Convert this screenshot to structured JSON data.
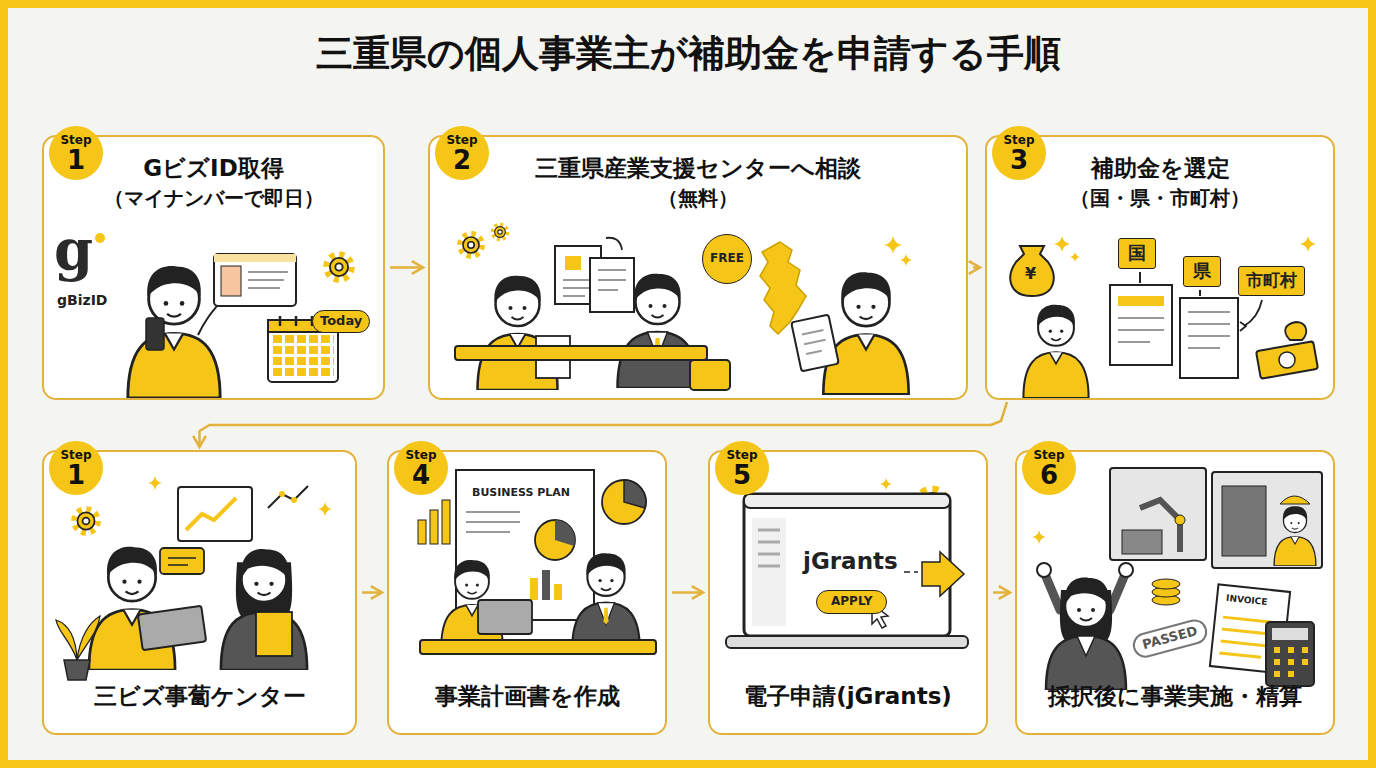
{
  "diagram": {
    "title": "三重県の個人事業主が補助金を申請する手順",
    "nodes": [
      {
        "text": [
          "GビズID取得",
          "（マイナンバーで即日）"
        ]
      },
      {
        "text": [
          "Step",
          "1"
        ],
        "in": 0
      },
      {
        "text": [
          "三重県産業支援センターへ相談",
          "（無料）"
        ]
      },
      {
        "text": [
          "Step",
          "2"
        ],
        "in": 2
      },
      {
        "text": [
          "補助金を選定",
          "（国・県・市町村）"
        ]
      },
      {
        "text": [
          "Step",
          "3"
        ],
        "in": 4
      },
      {
        "text": [
          "三ビズ事蔔ケンター"
        ]
      },
      {
        "text": [
          "Step",
          "1"
        ],
        "in": 6
      },
      {
        "text": [
          "事業計画書を作成"
        ]
      },
      {
        "text": [
          "Step",
          "4"
        ],
        "in": 8
      },
      {
        "text": [
          "電子申請(jGrants)"
        ]
      },
      {
        "text": [
          "Step",
          "5"
        ],
        "in": 10
      },
      {
        "text": [
          "採択後に事業実施・精算"
        ]
      },
      {
        "text": [
          "Step",
          "6"
        ],
        "in": 12
      }
    ],
    "edges": [
      {
        "from": 0,
        "to": 2,
        "arrow": "to"
      },
      {
        "from": 2,
        "to": 4,
        "arrow": "to"
      },
      {
        "from": 4,
        "to": 6,
        "arrow": "to"
      },
      {
        "from": 6,
        "to": 8,
        "arrow": "to"
      },
      {
        "from": 8,
        "to": 10,
        "arrow": "to"
      },
      {
        "from": 10,
        "to": 12,
        "arrow": "to"
      }
    ],
    "labels": [
      "g",
      "gBizID",
      "Today",
      "FREE",
      "¥",
      "国",
      "県",
      "市町村",
      "BUSINESS PLAN",
      "jGrants",
      "APPLY",
      "PASSED",
      "INVOICE"
    ]
  }
}
